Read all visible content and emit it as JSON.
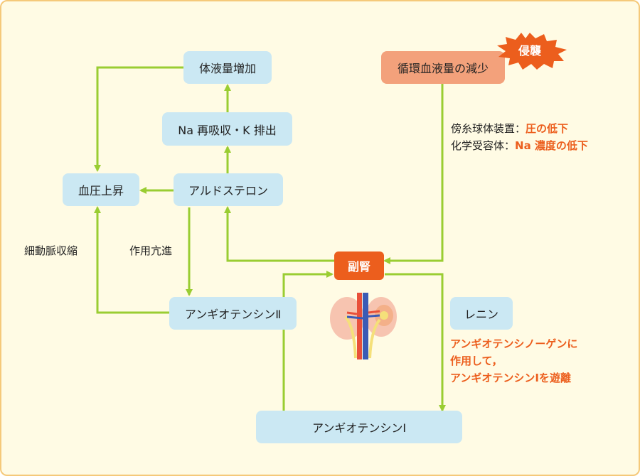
{
  "nodes": {
    "body_fluid_increase": "体液量増加",
    "na_reabsorption": "Na 再吸収・K 排出",
    "bp_rise": "血圧上昇",
    "aldosterone": "アルドステロン",
    "circulating_volume_decrease": "循環血液量の減少",
    "invasion": "侵襲",
    "adrenal": "副腎",
    "angiotensin2": "アンギオテンシンⅡ",
    "angiotensin1": "アンギオテンシンⅠ",
    "renin": "レニン"
  },
  "labels": {
    "arteriole_constriction": "細動脈収縮",
    "action_enhance": "作用亢進",
    "jga_prefix": "傍糸球体装置：",
    "jga_highlight": "圧の低下",
    "chemo_prefix": "化学受容体：",
    "chemo_highlight": "Na 濃度の低下",
    "renin_line1": "アンギオテンシノーゲンに",
    "renin_line2": "作用して，",
    "renin_line3": "アンギオテンシンⅠを遊離"
  },
  "colors": {
    "arrow": "#9acd32",
    "box": "#cbe8f3",
    "highlight": "#ec5e1d",
    "background": "#fffbe4"
  },
  "icons": [
    "kidney-illustration",
    "starburst-icon"
  ]
}
